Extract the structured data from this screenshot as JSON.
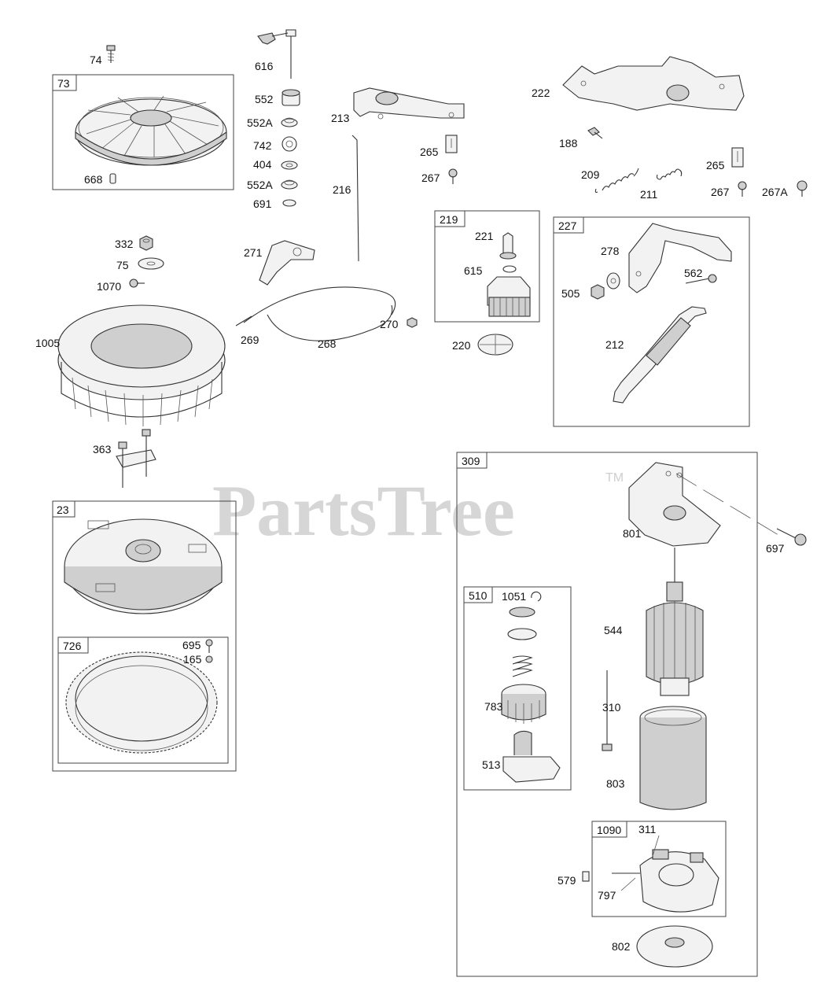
{
  "watermark": {
    "brand": "PartsTree",
    "trademark": "TM"
  },
  "labels": {
    "l74": "74",
    "l73": "73",
    "l668": "668",
    "l616": "616",
    "l552": "552",
    "l552a1": "552A",
    "l742": "742",
    "l404": "404",
    "l552a2": "552A",
    "l691": "691",
    "l213": "213",
    "l265a": "265",
    "l267a": "267",
    "l216": "216",
    "l222": "222",
    "l188": "188",
    "l209": "209",
    "l211": "211",
    "l265b": "265",
    "l267b": "267",
    "l267A": "267A",
    "l332": "332",
    "l75": "75",
    "l1070": "1070",
    "l271": "271",
    "l269": "269",
    "l268": "268",
    "l270": "270",
    "l219": "219",
    "l221": "221",
    "l615": "615",
    "l220": "220",
    "l227": "227",
    "l278": "278",
    "l562": "562",
    "l505": "505",
    "l212": "212",
    "l1005": "1005",
    "l363": "363",
    "l23": "23",
    "l726": "726",
    "l695": "695",
    "l165": "165",
    "l309": "309",
    "l801": "801",
    "l697": "697",
    "l510": "510",
    "l1051": "1051",
    "l783": "783",
    "l513": "513",
    "l544": "544",
    "l310": "310",
    "l803": "803",
    "l1090": "1090",
    "l311": "311",
    "l579": "579",
    "l797": "797",
    "l802": "802"
  }
}
